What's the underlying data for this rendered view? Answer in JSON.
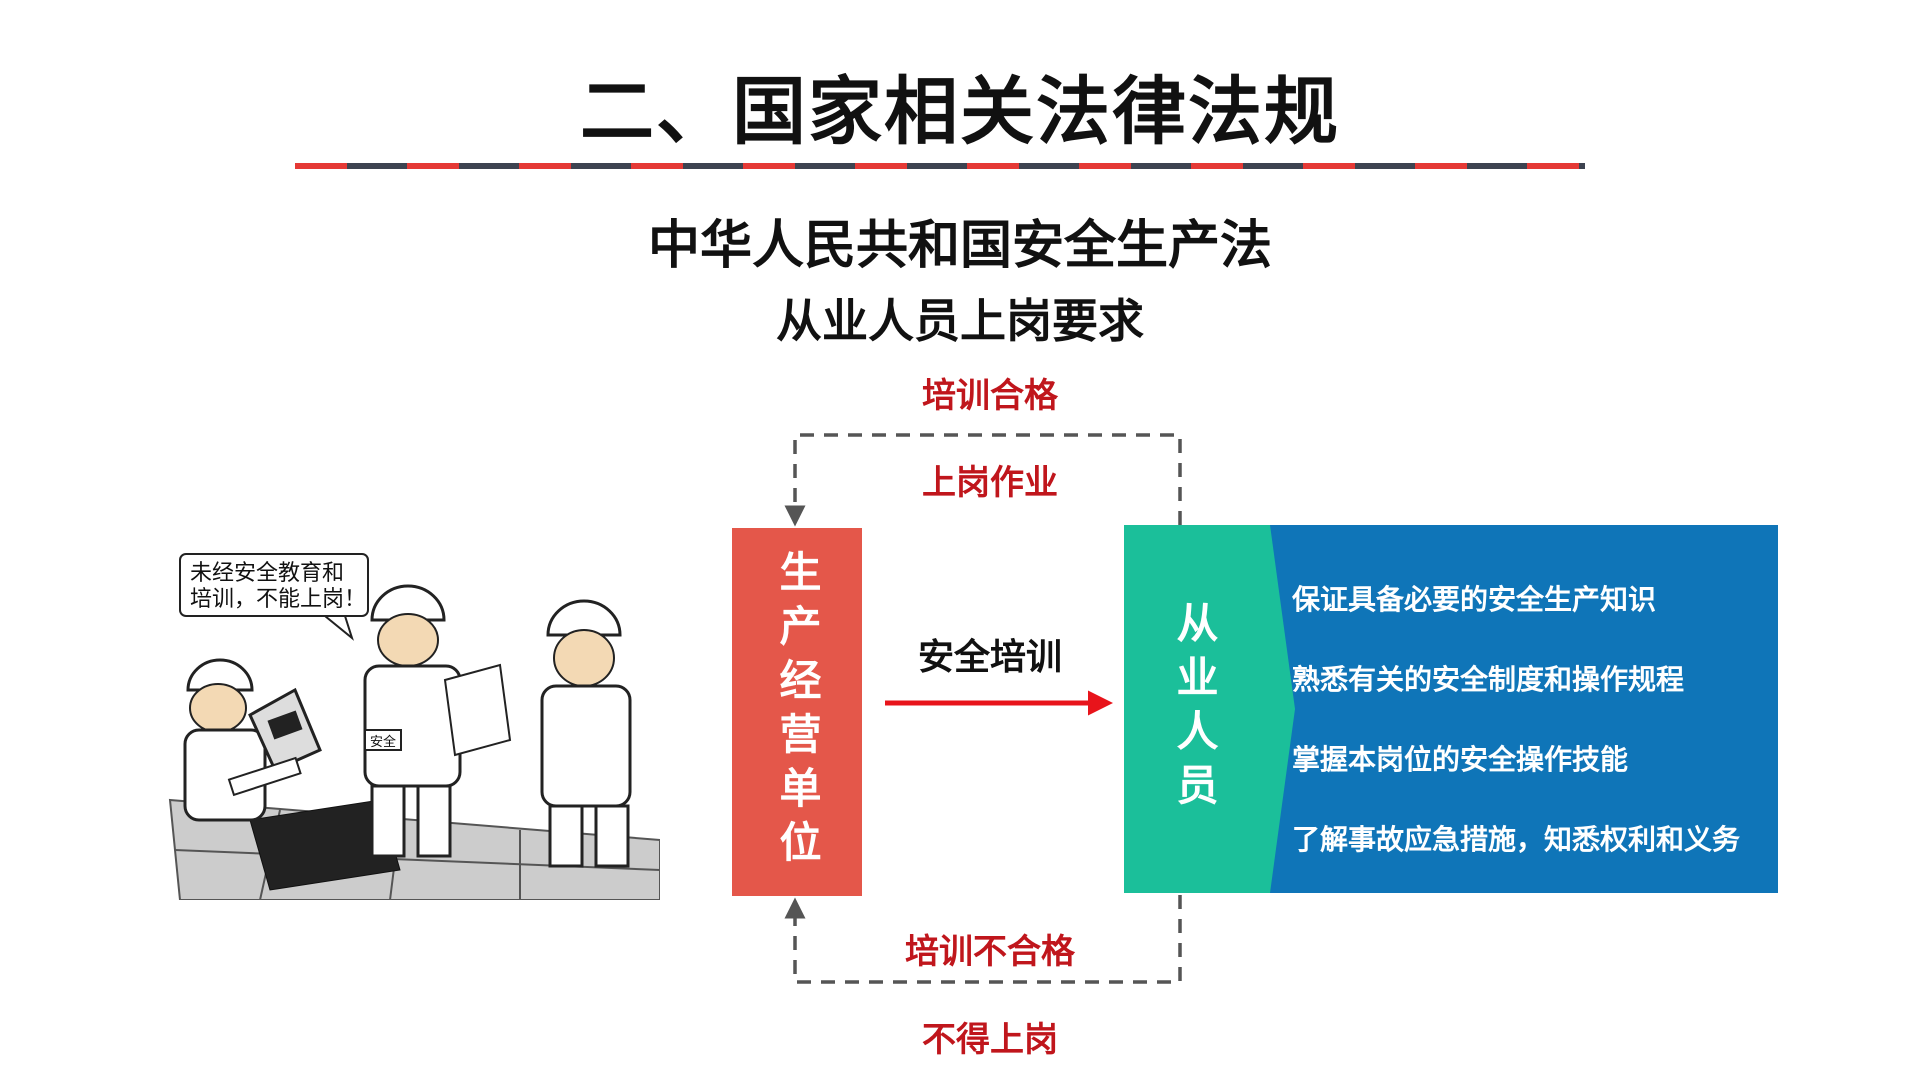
{
  "header": {
    "title": "二、国家相关法律法规",
    "law_title": "中华人民共和国安全生产法",
    "law_subtitle": "从业人员上岗要求"
  },
  "cartoon": {
    "speech_line1": "未经安全教育和",
    "speech_line2": "培训，不能上岗！",
    "armband_text": "安全"
  },
  "flow": {
    "loop_top_label_1": "培训合格",
    "loop_top_label_2": "上岗作业",
    "loop_bottom_label_1": "培训不合格",
    "loop_bottom_label_2": "不得上岗",
    "unit_label": "生产经营单位",
    "training_arrow_label": "安全培训",
    "worker_label": "从业人员"
  },
  "requirements": [
    "保证具备必要的安全生产知识",
    "熟悉有关的安全制度和操作规程",
    "掌握本岗位的安全操作技能",
    "了解事故应急措施，知悉权利和义务"
  ],
  "colors": {
    "red": "#e53935",
    "dark_dash": "#3d4350",
    "unit_box": "#e4574a",
    "worker_box": "#1bbf9a",
    "requirements_panel": "#0f75b8",
    "label_red": "#c0161c"
  }
}
